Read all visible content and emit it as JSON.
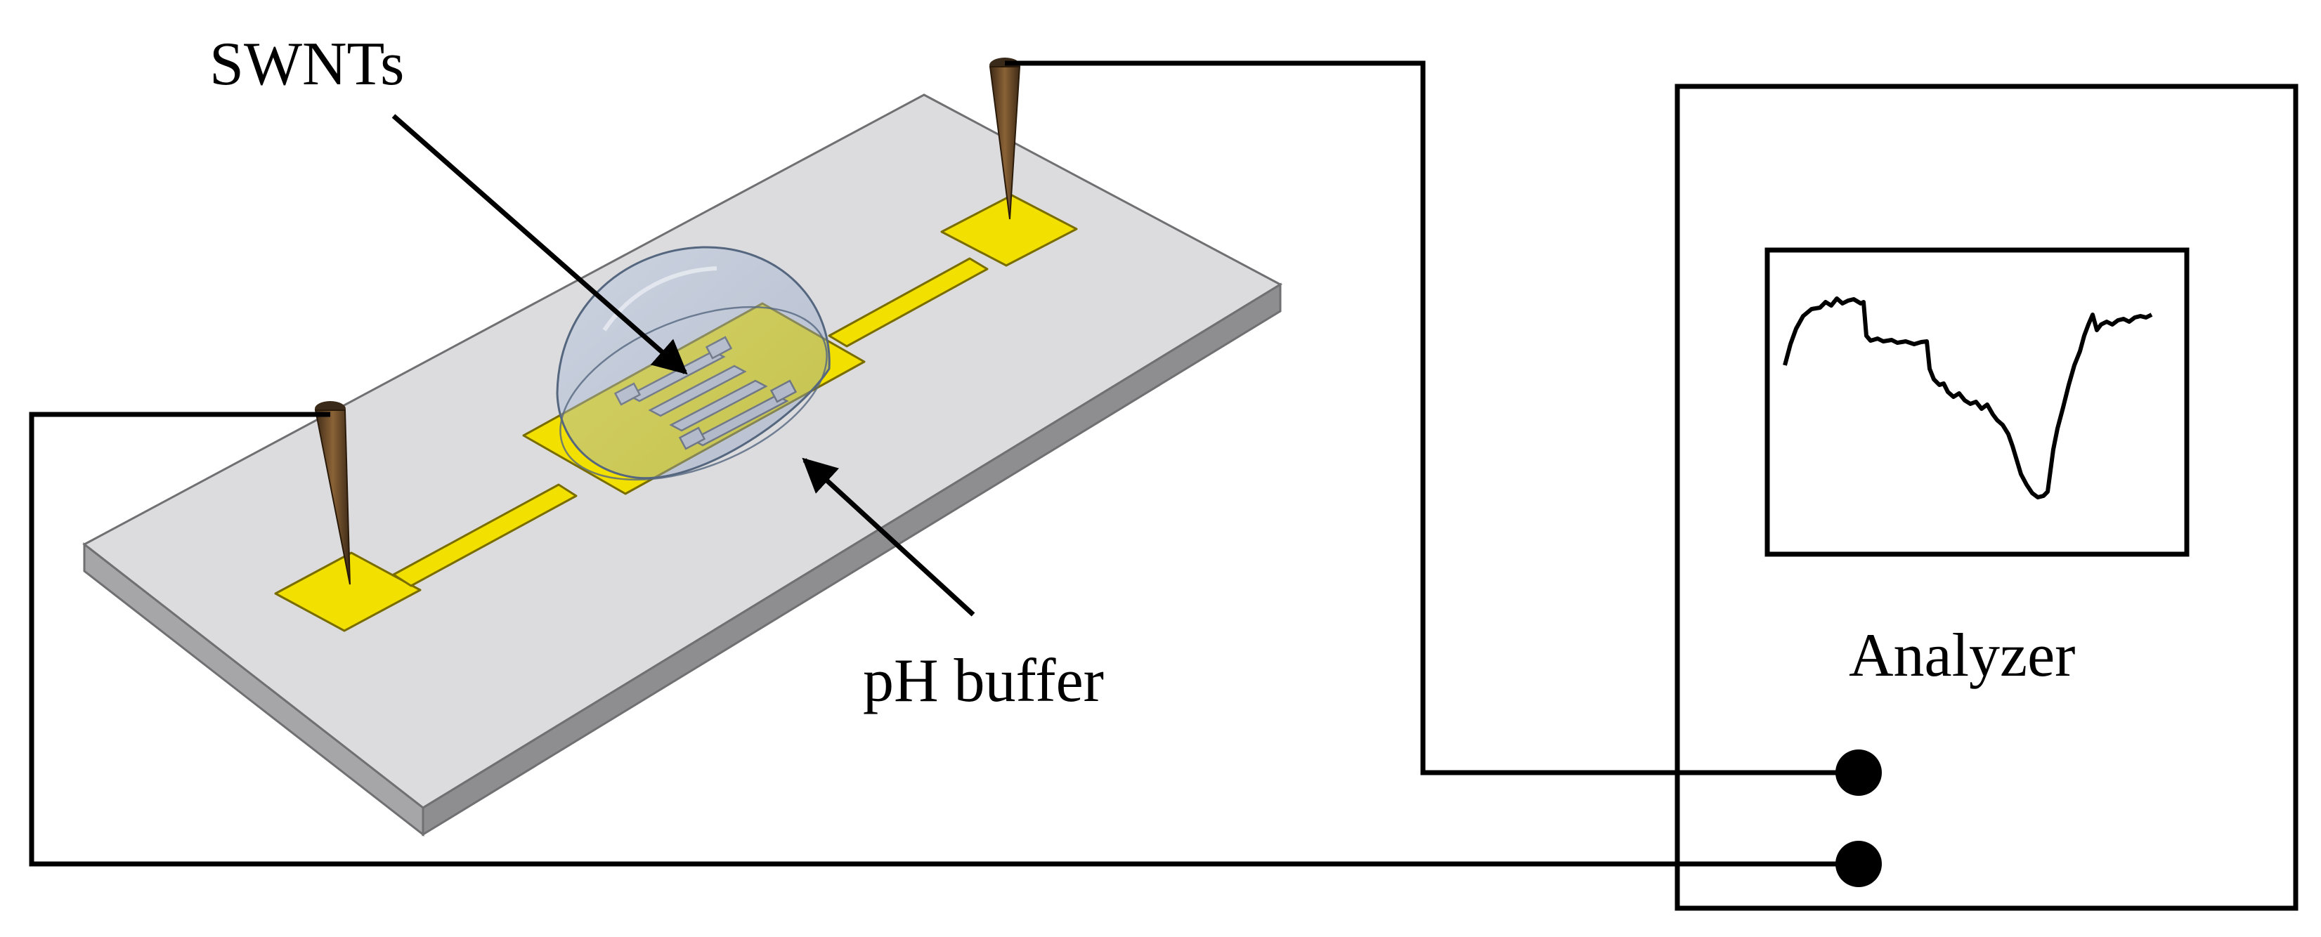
{
  "labels": {
    "swnts": "SWNTs",
    "ph_buffer": "pH buffer",
    "analyzer": "Analyzer"
  },
  "colors": {
    "substrate_top": "#dcdcde",
    "substrate_front": "#a9a9ab",
    "substrate_side": "#8f8f92",
    "electrode_gold": "#f2e000",
    "electrode_edge": "#7a6d00",
    "droplet_fill": "#9fb2d2",
    "probe_tip": "#6b4a2a",
    "wire": "#000000"
  },
  "icons": {
    "probe_left": "probe-tip-icon",
    "probe_right": "probe-tip-icon",
    "terminal_top": "terminal-dot-icon",
    "terminal_bottom": "terminal-dot-icon"
  }
}
